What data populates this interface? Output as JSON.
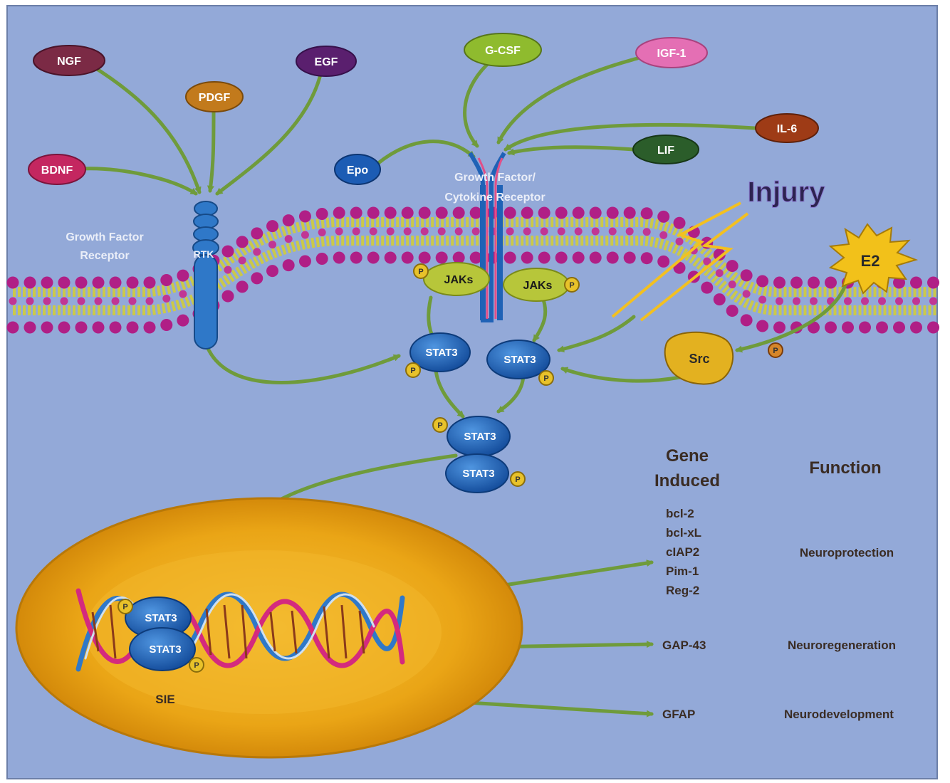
{
  "colors": {
    "panel_background": "#93a9d8",
    "membrane_heads": "#b01f86",
    "membrane_tails": "#cbc949",
    "arrow": "#6f9b3b",
    "nucleus": "#e8a411",
    "stat_protein": "#1f62b6",
    "jak_protein": "#b7c63a",
    "src_protein": "#e3b120",
    "e2_star": "#f2c11a",
    "injury_bolt": "#f3c020",
    "text_dark": "#3a2c24"
  },
  "ligands": {
    "ngf": "NGF",
    "egf": "EGF",
    "pdgf": "PDGF",
    "bdnf": "BDNF",
    "gcsf": "G-CSF",
    "igf1": "IGF-1",
    "il6": "IL-6",
    "lif": "LIF",
    "epo": "Epo"
  },
  "receptors": {
    "growth_factor_line1": "Growth Factor",
    "growth_factor_line2": "Receptor",
    "rtk": "RTK",
    "cytokine_line1": "Growth Factor/",
    "cytokine_line2": "Cytokine Receptor"
  },
  "signaling": {
    "injury": "Injury",
    "e2": "E2",
    "src": "Src",
    "jak_left": "JAKs",
    "jak_right": "JAKs",
    "phospho": "P",
    "stat_left": "STAT3",
    "stat_right": "STAT3",
    "dimer_top": "STAT3",
    "dimer_bottom": "STAT3",
    "nuclear_top": "STAT3",
    "nuclear_bottom": "STAT3",
    "sie": "SIE"
  },
  "table": {
    "gene_header_line1": "Gene",
    "gene_header_line2": "Induced",
    "function_header": "Function",
    "genes_group1": [
      "bcl-2",
      "bcl-xL",
      "cIAP2",
      "Pim-1",
      "Reg-2"
    ],
    "function1": "Neuroprotection",
    "gene2": "GAP-43",
    "function2": "Neuroregeneration",
    "gene3": "GFAP",
    "function3": "Neurodevelopment"
  }
}
